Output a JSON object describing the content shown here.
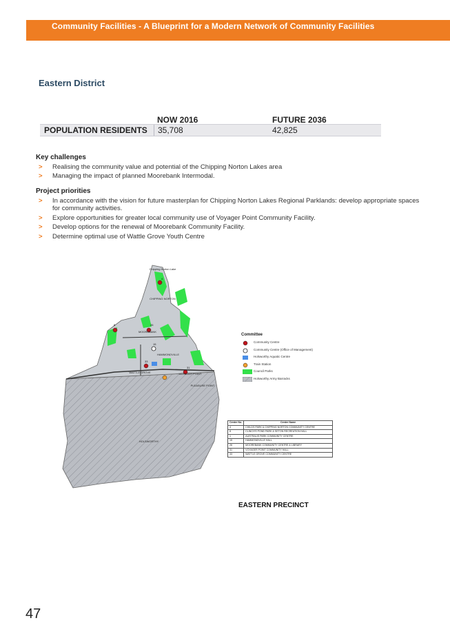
{
  "header": {
    "title": "Community Facilities - A Blueprint for a Modern Network of Community Facilities"
  },
  "district": {
    "title": "Eastern District"
  },
  "population": {
    "col_now": "NOW 2016",
    "col_future": "FUTURE 2036",
    "row_label": "POPULATION RESIDENTS",
    "now_value": "35,708",
    "future_value": "42,825"
  },
  "challenges": {
    "heading": "Key challenges",
    "items": [
      "Realising the community value and potential of the Chipping Norton Lakes area",
      "Managing the impact of planned Moorebank Intermodal."
    ]
  },
  "priorities": {
    "heading": "Project priorities",
    "items": [
      "In accordance with the vision for future masterplan for Chipping Norton Lakes Regional Parklands: develop appropriate spaces for community activities.",
      "Explore opportunities for greater local community use of Voyager Point Community Facility.",
      "Develop options for the renewal of Moorebank Community Facility.",
      "Determine optimal use of Wattle Grove Youth Centre"
    ]
  },
  "map": {
    "labels": {
      "lake": "Chipping Norton Lake",
      "chipping_norton": "CHIPPING NORTON",
      "moorebank": "MOOREBANK",
      "hammondville": "HAMMONDVILLE",
      "wattle_grove": "WATTLE GROVE",
      "voyager_point": "VOYAGER POINT",
      "pleasure_point": "PLEASURE POINT",
      "holsworthy": "HOLSWORTHY"
    },
    "markers": [
      "4",
      "26",
      "8",
      "15",
      "33",
      "31",
      "1"
    ],
    "colors": {
      "park": "#33e04a",
      "suburb": "#c9cdd2",
      "barracks": "#b9bcc2",
      "centre": "#c0141b"
    }
  },
  "legend": {
    "title": "Committee",
    "items": [
      {
        "icon": "community-centre-dot-icon",
        "label": "Community Centre"
      },
      {
        "icon": "community-centre-ring-icon",
        "label": "Community Centre (Office of Management)"
      },
      {
        "icon": "aquatic-centre-icon",
        "label": "Holsworthy Aquatic Centre"
      },
      {
        "icon": "train-station-icon",
        "label": "Train Station"
      },
      {
        "icon": "council-parks-swatch",
        "label": "Council Parks"
      },
      {
        "icon": "barracks-hatch-swatch",
        "label": "Holsworthy Army Barracks"
      }
    ]
  },
  "centre_table": {
    "headers": [
      "Centre No.",
      "Centre Name"
    ],
    "rows": [
      [
        "4",
        "CHILDS PARK & CHIPPING NORTON COMMUNITY CENTRE"
      ],
      [
        "8",
        "CLINCH'S POND PARK & SETON RECREATION HALL"
      ],
      [
        "1",
        "AUSTRALIS PARK COMMUNITY CENTRE"
      ],
      [
        "15",
        "HAMMONDVILLE HALL"
      ],
      [
        "26",
        "MOOREBANK COMMUNITY CENTRE & LIBRARY"
      ],
      [
        "31",
        "VOYAGER POINT COMMUNITY HALL"
      ],
      [
        "33",
        "WATTLE GROVE COMMUNITY CENTRE"
      ]
    ]
  },
  "precinct_label": "EASTERN PRECINCT",
  "page_number": "47"
}
